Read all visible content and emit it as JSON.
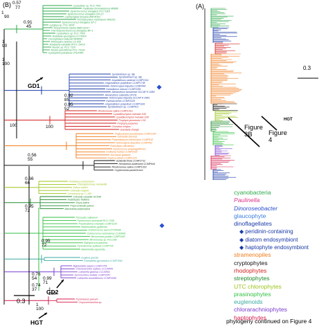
{
  "panels": {
    "b": "(B)",
    "a": "(A)"
  },
  "scales": {
    "inset": "0.3",
    "main": "0.3"
  },
  "inset_labels": {
    "figure3b": "Figure\n3B",
    "figure4": "Figure\n4",
    "hgt": "HGT"
  },
  "arrows": {
    "gd1": "GD1",
    "gd2": "GD2",
    "hgt": "HGT"
  },
  "footer": "phylogeny continued on Figure 4",
  "legend": [
    {
      "text": "cyanobacteria",
      "color": "#2aa84a",
      "indent": false
    },
    {
      "text": "Paulinella",
      "color": "#e0308a",
      "indent": false,
      "italic": true
    },
    {
      "text": "Dinoroseobacter",
      "color": "#2a4fd0",
      "indent": false,
      "italic": true
    },
    {
      "text": "glaucophyte",
      "color": "#3a7de0",
      "indent": false
    },
    {
      "text": "dinoflagellates",
      "color": "#1a3aa8",
      "indent": false
    },
    {
      "text": "peridinin-containing",
      "color": "#1a3aa8",
      "indent": true
    },
    {
      "text": "diatom endosymbiont",
      "color": "#1a3aa8",
      "indent": true
    },
    {
      "text": "haptophyte endosymbiont",
      "color": "#1a3aa8",
      "indent": true
    },
    {
      "text": "stramenopiles",
      "color": "#f07a1a",
      "indent": false
    },
    {
      "text": "cryptophytes",
      "color": "#111111",
      "indent": false
    },
    {
      "text": "rhodophytes",
      "color": "#d42020",
      "indent": false
    },
    {
      "text": "streptophytes",
      "color": "#1f8a2a",
      "indent": false
    },
    {
      "text": "UTC chlorophytes",
      "color": "#9bc41a",
      "indent": false
    },
    {
      "text": "prasinophytes",
      "color": "#2fbf3f",
      "indent": false
    },
    {
      "text": "euglenoids",
      "color": "#3aa8a0",
      "indent": false
    },
    {
      "text": "chlorarachniophytes",
      "color": "#7a3ad0",
      "indent": false
    },
    {
      "text": "haptophytes",
      "color": "#d41a4a",
      "indent": false
    }
  ],
  "support_values": [
    {
      "t": "0.57"
    },
    {
      "t": "77"
    },
    {
      "t": "1"
    },
    {
      "t": "90"
    },
    {
      "t": "0.91"
    },
    {
      "t": "45"
    },
    {
      "t": "1"
    },
    {
      "t": "90"
    },
    {
      "t": "1"
    },
    {
      "t": "100"
    },
    {
      "t": "0.92"
    },
    {
      "t": "85"
    },
    {
      "t": "0.95"
    },
    {
      "t": "52"
    },
    {
      "t": "100"
    },
    {
      "t": "100"
    },
    {
      "t": "0.56"
    },
    {
      "t": "55"
    },
    {
      "t": "0.66"
    },
    {
      "t": "66"
    },
    {
      "t": "0.95"
    },
    {
      "t": "72"
    },
    {
      "t": "0.95"
    },
    {
      "t": "72"
    },
    {
      "t": "0.76"
    },
    {
      "t": "54"
    },
    {
      "t": "0.74"
    },
    {
      "t": "37"
    },
    {
      "t": "0.99"
    },
    {
      "t": "71"
    },
    {
      "t": "1"
    },
    {
      "t": "100"
    },
    {
      "t": "1"
    },
    {
      "t": "100"
    }
  ],
  "taxa_groups": [
    {
      "color": "#2aa84a",
      "names": [
        "Cyanobium sp. PCC 7001",
        "Paulinella chromatophora M0880",
        "Synechococcus elongatus PCC 6301",
        "Synechococcus elongatus DFL12",
        "Leptolyngbya boryana IAM-M101 ",
        "Trichodesmium erythraeum IMS101",
        "Synechococcus elongatus SP-1",
        "Lyngbya sp. PCC 8106",
        "Acaryochloris marina MBIC11017",
        "Thermosynechococcus elongatus BP-1",
        "Cyanothece sp. PCC 7425",
        "Nodularia spumigena CCY9414",
        "Crocosphaera watsonii WH8501",
        "Arthrospira maxima CS-328",
        "Anabaena variabilis ATCC 29413",
        "Nostoc sp. PCC 7120",
        "Nostoc punctiforme PCC 73102",
        "Cyanophora paradoxa UTEX555"
      ]
    },
    {
      "color": "#1a3aa8",
      "names": [
        "Symbiodinium sp. Mp",
        "Symbiodinium sp. Mp",
        "Amphidinium carterae CCMP1314",
        "Lingulodinium polyedrum CCMP1738",
        "Heterocapsa triquetra CCMP448",
        "Karlodinium micrum CCMP2283",
        "Alexandrium tamarense SCCAP K-0483",
        "Alexandrium catenella OF101",
        "Heterocapsa triquetra SCCAP K-0481",
        "Karenia brevis CCMP2229",
        "Lingulodinium polyedrum CCMP1931",
        "Symbiodinium sp. CCMP421"
      ]
    },
    {
      "color": "#d42020",
      "names": [
        "Rhodomonas salina CCMP1319",
        "Cyanidioschyzon merolae 10D",
        "Cyanidioschyzon merolae 10D",
        "Porphyra yezoensis U-51",
        "Porphyra purpurea",
        "Chondrus crispus",
        "Gracilaria changii"
      ]
    },
    {
      "color": "#f07a1a",
      "names": [
        "Thalassiosira pseudonana CCMP1335",
        "Odontella sinensis",
        "Phaeodactylum tricornutum CCMP632",
        "Heterosigma akashiwo CCMP452",
        "Ectocarpus siliculosus",
        "Aureococcus anophagefferens",
        "Emiliania huxleyi CCMP1516",
        "Isochrysis galbana",
        "Pavlova lutheri CCMP1325"
      ]
    },
    {
      "color": "#111111",
      "names": [
        "Guillardia theta CCMP2712",
        "Hemiselmis andersenii CCMP644",
        "Rhodomonas salina CCMP1319",
        "Cryptomonas paramecium"
      ]
    },
    {
      "color": "#9bc41a",
      "names": [
        "Prototheca wickerhamii",
        "Chlamydomonas reinhardtii",
        "Volvox carteri",
        "Chlorella vulgaris",
        "Coccomyxa sp. C-169"
      ]
    },
    {
      "color": "#1f8a2a",
      "names": [
        "Chlorella variabilis NC64A",
        "Arabidopsis thaliana",
        "Oryza sativa",
        "Physcomitrella patens",
        "Marchantia polymorpha"
      ]
    },
    {
      "color": "#2fbf3f",
      "names": [
        "Picocystis salinarum",
        "Pycnococcus provasolii RCC 2336",
        "Prasinoderma coloniale CCMP1220",
        "Nephroselmis pyriformis",
        "Ostreococcus tauri OTTH0595",
        "Ostreococcus lucimarinus CCE9901",
        "Micromonas pusilla CCMP1545",
        "Micromonas sp. RCC299",
        "Bathycoccus prasinos",
        "Pyramimonas parkeae CCMP726",
        "Mantoniella squamata"
      ]
    },
    {
      "color": "#3aa8a0",
      "names": [
        "Euglena gracilis",
        "Eutreptiella gymnastica CCMP1594"
      ]
    },
    {
      "color": "#7a3ad0",
      "names": [
        "Bigelowiella natans CCMP2755",
        "Chlorarachnion reptans CCCM449",
        "Lotharella globosa CCCM811",
        "Gymnochlora stellata CCMP2057",
        "Lotharella amoebiformis CCMP2058"
      ]
    },
    {
      "color": "#d41a4a",
      "names": [
        "Prymnesium parvum",
        "Chrysochromulina sp."
      ]
    }
  ]
}
